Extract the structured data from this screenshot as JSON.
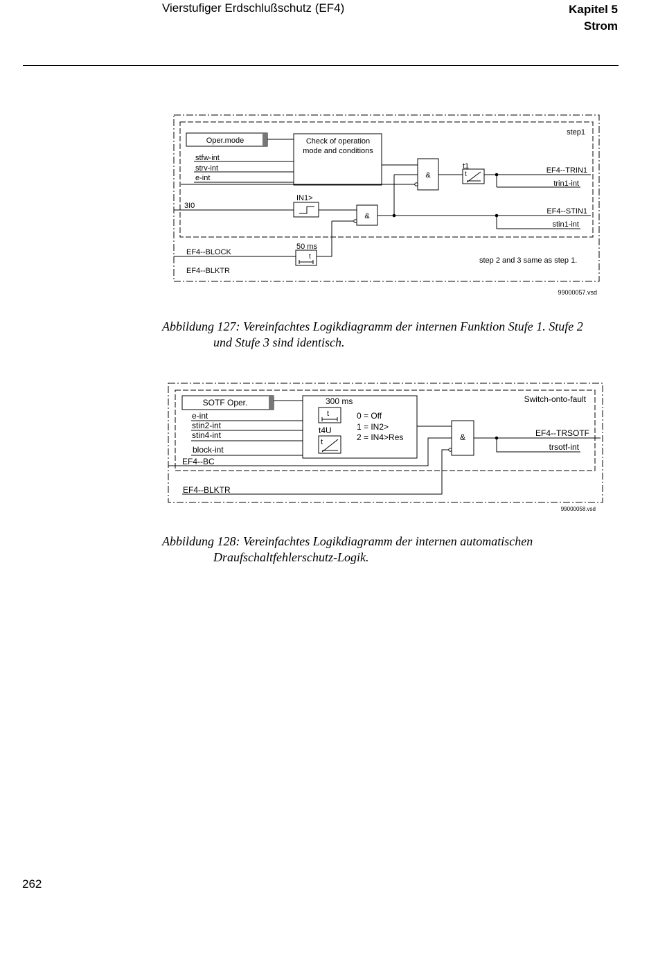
{
  "header": {
    "title": "Vierstufiger Erdschlußschutz (EF4)",
    "chapter": "Kapitel 5",
    "section": "Strom"
  },
  "figure1": {
    "step_label": "step1",
    "opermode": "Oper.mode",
    "check_l1": "Check of operation",
    "check_l2": "mode and conditions",
    "in_stfw": "stfw-int",
    "in_strv": "strv-int",
    "in_eint": "e-int",
    "in_3i0": "3I0",
    "in_block": "EF4--BLOCK",
    "in_blktr": "EF4--BLKTR",
    "in1": "IN1>",
    "and_sym": "&",
    "t1": "t1",
    "t": "t",
    "ms50": "50 ms",
    "out_trin1": "EF4--TRIN1",
    "out_trin1int": "trin1-int",
    "out_stin1": "EF4--STIN1",
    "out_stin1int": "stin1-int",
    "note": "step 2 and 3 same as step 1.",
    "file": "99000057.vsd"
  },
  "caption1": {
    "line1": "Abbildung 127: Vereinfachtes Logikdiagramm der internen Funktion Stufe 1. Stufe 2",
    "line2": "und Stufe 3 sind identisch."
  },
  "figure2": {
    "title": "Switch-onto-fault",
    "sotf": "SOTF Oper.",
    "in_eint": "e-int",
    "in_stin2": "stin2-int",
    "in_stin4": "stin4-int",
    "in_block": "block-int",
    "in_bc": "EF4--BC",
    "in_blktr": "EF4--BLKTR",
    "ms300": "300 ms",
    "t": "t",
    "t4u": "t4U",
    "opt0": "0 = Off",
    "opt1": "1 = IN2>",
    "opt2": "2 = IN4>Res",
    "and_sym": "&",
    "out_trsotf": "EF4--TRSOTF",
    "out_trsotfint": "trsotf-int",
    "file": "99000058.vsd"
  },
  "caption2": {
    "line1": "Abbildung 128: Vereinfachtes Logikdiagramm der internen automatischen",
    "line2": "Draufschaltfehlerschutz-Logik."
  },
  "page_number": "262"
}
